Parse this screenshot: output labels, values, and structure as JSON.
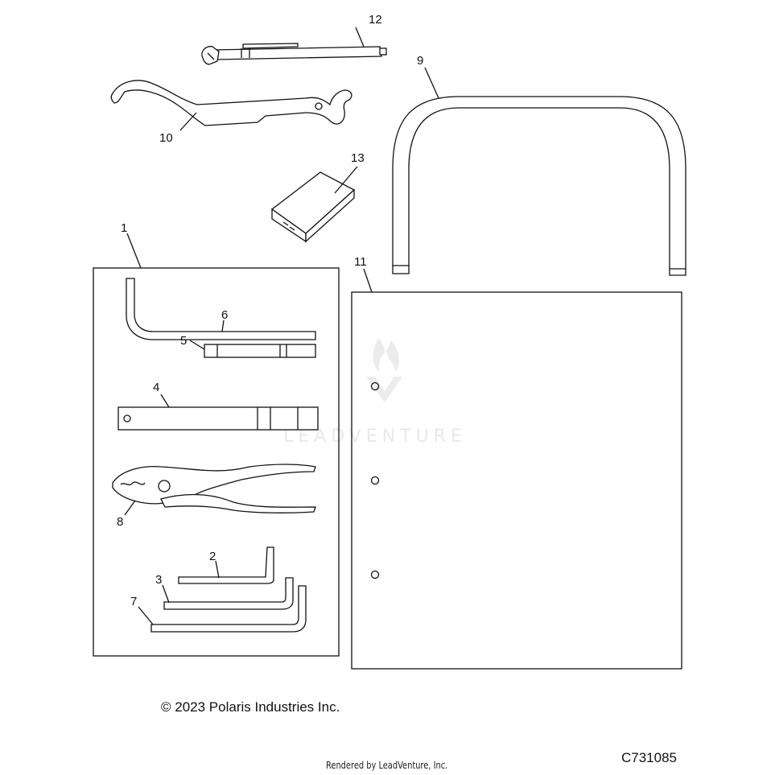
{
  "callouts": {
    "c1": "1",
    "c2": "2",
    "c3": "3",
    "c4": "4",
    "c5": "5",
    "c6": "6",
    "c7": "7",
    "c8": "8",
    "c9": "9",
    "c10": "10",
    "c11": "11",
    "c12": "12",
    "c13": "13"
  },
  "watermark": {
    "text": "LEADVENTURE"
  },
  "footer": {
    "copyright": "© 2023 Polaris Industries Inc.",
    "rendered_by": "Rendered by LeadVenture, Inc.",
    "figure_id": "C731085"
  },
  "icons": [
    "watermark-flame-logo"
  ]
}
